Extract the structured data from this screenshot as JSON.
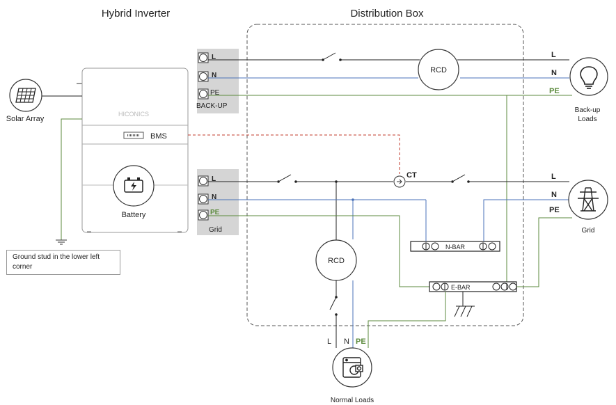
{
  "titles": {
    "hybrid_inverter": "Hybrid Inverter",
    "distribution_box": "Distribution Box"
  },
  "inverter": {
    "brand": "HICONICS",
    "bms_label": "BMS",
    "battery_label": "Battery"
  },
  "terminals": {
    "backup": {
      "group_label": "BACK-UP",
      "l": "L",
      "n": "N",
      "pe": "PE"
    },
    "grid": {
      "group_label": "Grid",
      "l": "L",
      "n": "N",
      "pe": "PE"
    }
  },
  "components": {
    "rcd_top": "RCD",
    "rcd_bottom": "RCD",
    "ct": "CT",
    "n_bar": "N-BAR",
    "e_bar": "E-BAR"
  },
  "right_labels": {
    "backup": {
      "l": "L",
      "n": "N",
      "pe": "PE"
    },
    "grid": {
      "l": "L",
      "n": "N",
      "pe": "PE"
    }
  },
  "bottom_labels": {
    "l": "L",
    "n": "N",
    "pe": "PE"
  },
  "devices": {
    "solar_array": "Solar Array",
    "backup_loads_line1": "Back-up",
    "backup_loads_line2": "Loads",
    "grid": "Grid",
    "normal_loads": "Normal Loads"
  },
  "note": "Ground stud in the lower left corner",
  "colors": {
    "line_black": "#222222",
    "neutral_blue": "#4a72b8",
    "earth_green": "#5b8a3c",
    "ct_dashed_red": "#c0392b",
    "terminal_panel": "#d5d5d5",
    "box_border": "#555555"
  }
}
